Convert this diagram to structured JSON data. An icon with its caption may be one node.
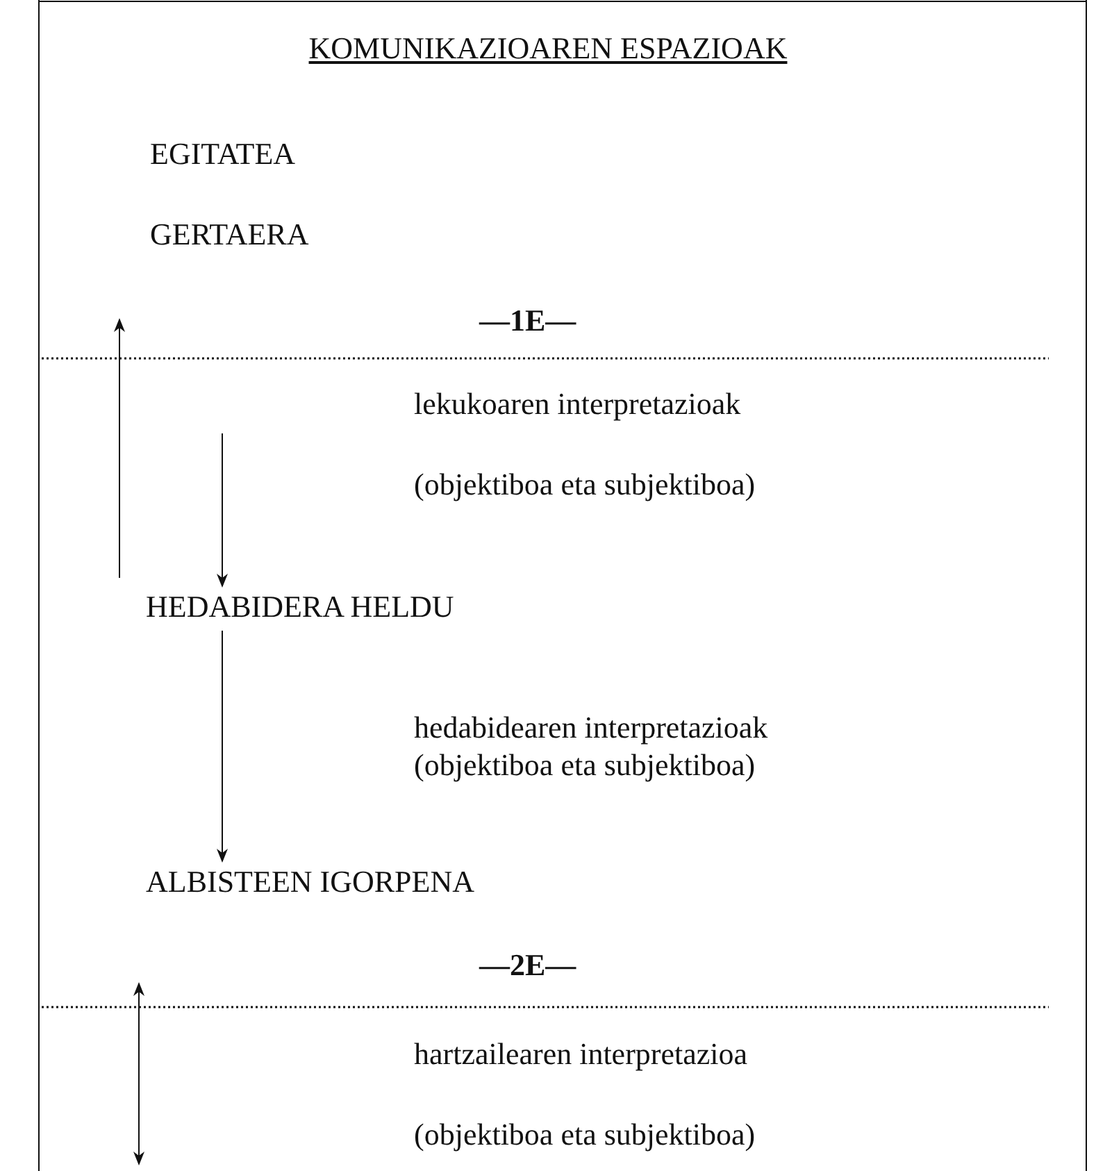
{
  "diagram": {
    "title": "KOMUNIKAZIOAREN ESPAZIOAK",
    "nodes": [
      {
        "text": [
          "HEDABIDERA HELDU"
        ]
      },
      {
        "text": [
          "ALBISTEEN IGORPENA"
        ]
      }
    ],
    "edges": [
      {
        "from": 0,
        "to": null,
        "arrow": "to"
      },
      {
        "from": null,
        "to": 0,
        "arrow": "to"
      },
      {
        "from": 0,
        "to": 1,
        "arrow": "to"
      }
    ],
    "labels": [
      "EGITATEA",
      "GERTAERA",
      "—1E—",
      "lekukoaren interpretazioak",
      "(objektiboa eta subjektiboa)",
      "hedabidearen interpretazioak (objektiboa eta subjektiboa)",
      "—2E—",
      "hartzailearen interpretazioa",
      "(objektiboa eta subjektiboa)"
    ]
  }
}
